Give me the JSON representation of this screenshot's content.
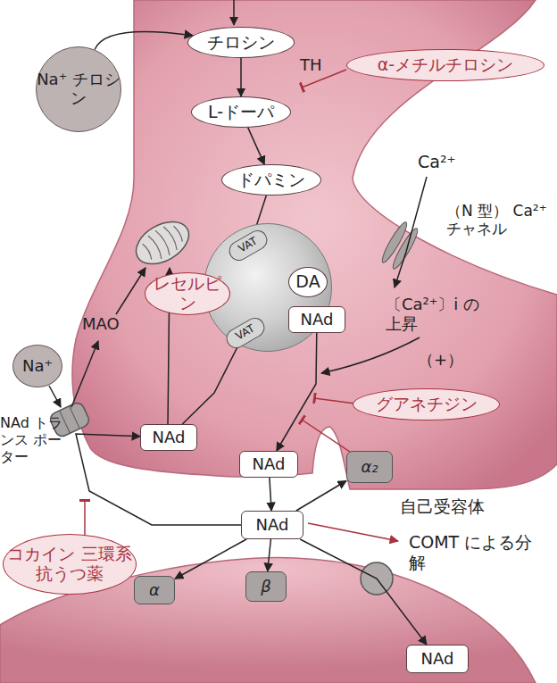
{
  "diagram": {
    "nodes": [
      {
        "text": [
          "チロシン"
        ]
      },
      {
        "text": [
          "Na⁺ チロシン"
        ]
      },
      {
        "text": [
          "α-メチルチロシン"
        ]
      },
      {
        "text": [
          "L-ドーパ"
        ]
      },
      {
        "text": [
          "ドパミン"
        ]
      },
      {
        "text": []
      },
      {
        "text": [
          "DA"
        ],
        "in": 5
      },
      {
        "text": [
          "NAd"
        ],
        "in": 5
      },
      {
        "text": [
          "VAT"
        ]
      },
      {
        "text": [
          "レセルピン"
        ]
      },
      {
        "text": [
          "VAT"
        ]
      },
      {
        "text": [
          "Na⁺"
        ]
      },
      {
        "text": [
          "NAd"
        ]
      },
      {
        "text": [
          "グアネチジン"
        ]
      },
      {
        "text": [
          "NAd"
        ]
      },
      {
        "text": [
          "α₂"
        ]
      },
      {
        "text": [
          "NAd"
        ]
      },
      {
        "text": [
          "コカイン 三環系抗うつ薬"
        ]
      },
      {
        "text": [
          "α"
        ]
      },
      {
        "text": [
          "β"
        ]
      },
      {
        "text": [
          "NAd"
        ]
      }
    ],
    "edges": [
      {
        "from": 1,
        "to": 0,
        "arrow": "to"
      },
      {
        "from": 0,
        "to": 3,
        "arrow": "to"
      },
      {
        "from": 3,
        "to": 4,
        "arrow": "to"
      },
      {
        "from": 4,
        "to": 6,
        "arrow": "to"
      },
      {
        "from": 6,
        "to": 7,
        "arrow": "to"
      },
      {
        "from": 9,
        "to": 8,
        "arrow": "to"
      },
      {
        "from": 9,
        "to": 10,
        "arrow": "to"
      },
      {
        "from": 12,
        "to": 7,
        "arrow": "to"
      },
      {
        "from": 7,
        "to": 14,
        "arrow": "to"
      },
      {
        "from": 14,
        "to": 16,
        "arrow": "to"
      },
      {
        "from": 16,
        "to": 15,
        "arrow": "to"
      },
      {
        "from": 16,
        "to": 18,
        "arrow": "to"
      },
      {
        "from": 16,
        "to": 19,
        "arrow": "to"
      },
      {
        "from": 16,
        "to": 20,
        "arrow": "to"
      },
      {
        "from": 16,
        "to": 12,
        "arrow": "to"
      }
    ],
    "labels": [
      "Ca²⁺",
      "TH",
      "（N 型） Ca²⁺ チャネル",
      "MAO",
      "〔Ca²⁺〕i の上昇",
      "（+）",
      "NAd トランス ポーター",
      "自己受容体",
      "COMT による分解"
    ]
  }
}
